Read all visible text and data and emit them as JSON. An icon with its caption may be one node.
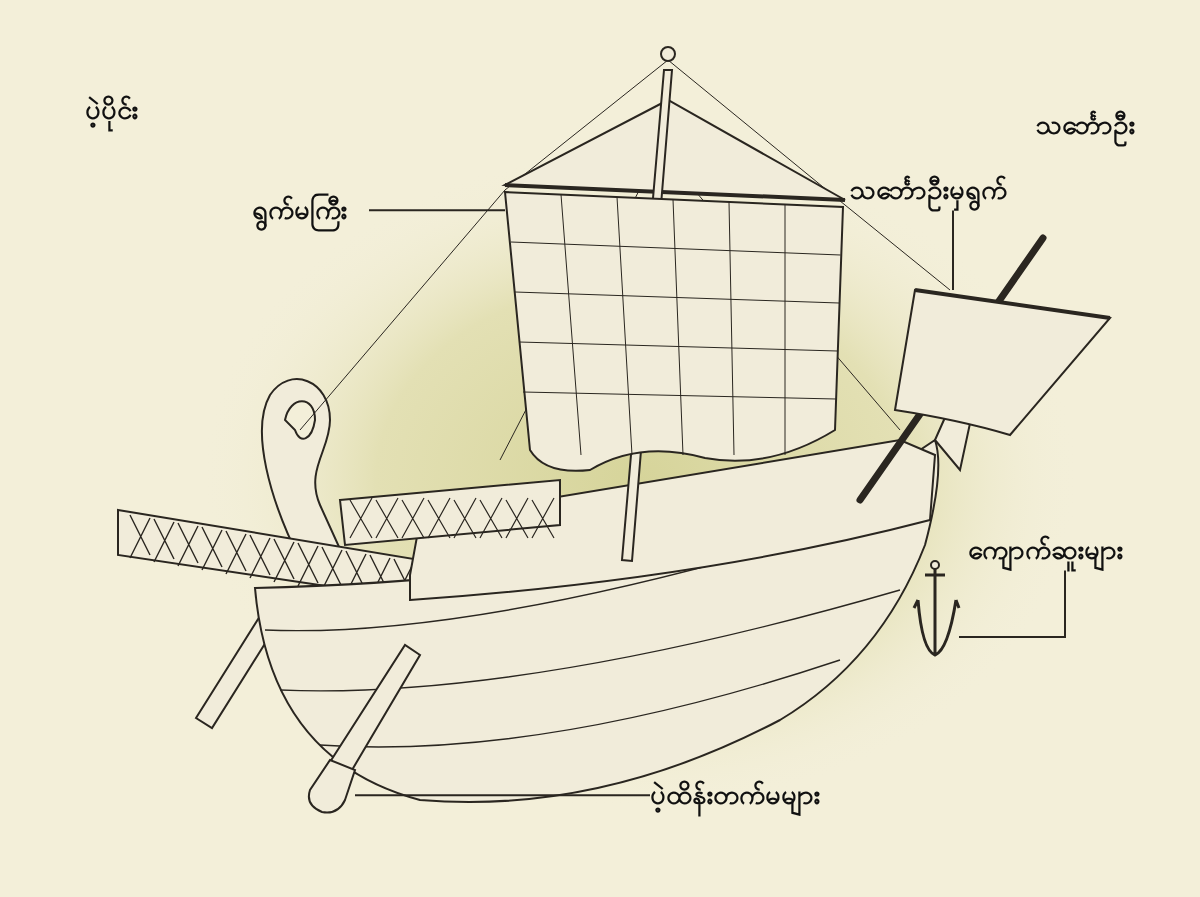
{
  "diagram": {
    "nodes": [
      {
        "text": [
          "ရွက်မကြီး"
        ]
      },
      {
        "text": [
          "သင်္ဘောဦးမှရွက်"
        ]
      },
      {
        "text": [
          "ကျောက်ဆူးများ"
        ]
      },
      {
        "text": [
          "ပဲ့ထိန်းတက်မများ"
        ]
      },
      {
        "text": [],
        "shape": "sail"
      },
      {
        "text": [],
        "shape": "sail"
      },
      {
        "text": [],
        "shape": "anchor"
      },
      {
        "text": [],
        "shape": "oar"
      }
    ],
    "edges": [
      {
        "from": 0,
        "to": 4,
        "arrow": "none"
      },
      {
        "from": 1,
        "to": 5,
        "arrow": "none"
      },
      {
        "from": 2,
        "to": 6,
        "arrow": "none"
      },
      {
        "from": 3,
        "to": 7,
        "arrow": "none"
      }
    ],
    "labels": [
      "ပဲ့ပိုင်း",
      "သင်္ဘောဦး"
    ]
  }
}
